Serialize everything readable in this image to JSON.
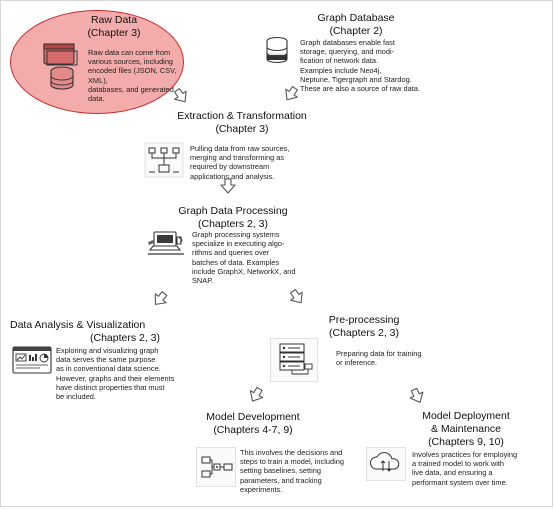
{
  "nodes": {
    "raw_data": {
      "title": "Raw Data",
      "subtitle": "(Chapter 3)",
      "desc": [
        "Raw data can come from",
        "various sources, including",
        "encoded files (JSON, CSV, XML),",
        "databases, and generated data."
      ],
      "icon": "stacked-files-and-database-icon"
    },
    "graph_db": {
      "title": "Graph Database",
      "subtitle": "(Chapter 2)",
      "desc": [
        "Graph databases enable fast",
        "storage, querying, and modi-",
        "fication of network data.",
        "Examples include Neo4j,",
        "Neptune, Tigergraph and Stardog.",
        "These are also a source of raw data."
      ],
      "icon": "database-cylinder-icon"
    },
    "extraction": {
      "title": "Extraction & Transformation",
      "subtitle": "(Chapter 3)",
      "desc": [
        "Pulling data from raw sources,",
        "merging and transforming as",
        "required by downstream",
        "applications and analysis."
      ],
      "icon": "flowchart-icon"
    },
    "processing": {
      "title": "Graph Data Processing",
      "subtitle": "(Chapters 2, 3)",
      "desc": [
        "Graph processing systems",
        "specialize in executing algo-",
        "rithms and queries over",
        "batches of data. Examples",
        "include GraphX, NetworkX, and",
        "SNAP."
      ],
      "icon": "laptop-workstation-icon"
    },
    "analysis": {
      "title": "Data Analysis & Visualization",
      "subtitle": "(Chapters 2, 3)",
      "desc": [
        "Exploring and visualizing graph",
        "data serves the same purpose",
        "as in conventional data science.",
        "However, graphs and their elements",
        "have distinct properties that must",
        "be included."
      ],
      "icon": "dashboard-charts-icon"
    },
    "preprocessing": {
      "title": "Pre-processing",
      "subtitle": "(Chapters 2, 3)",
      "desc": [
        "Preparing data for training",
        "or inference."
      ],
      "icon": "server-rack-icon"
    },
    "model_dev": {
      "title": "Model Development",
      "subtitle": "(Chapters 4-7, 9)",
      "desc": [
        "This involves the decisions and",
        "steps to train a model, including",
        "setting baselines, setting",
        "parameters, and tracking",
        "experiments."
      ],
      "icon": "pipeline-diagram-icon"
    },
    "deployment": {
      "title": "Model Deployment",
      "title2": "& Maintenance",
      "subtitle": "(Chapters 9, 10)",
      "desc": [
        "Involves practices for employing",
        "a trained model to work with",
        "live data, and ensuring a",
        "performant system over time."
      ],
      "icon": "cloud-upload-download-icon"
    }
  },
  "colors": {
    "highlight_fill": "#ee7878",
    "highlight_stroke": "#cc2a2a",
    "arrow": "#555555"
  }
}
